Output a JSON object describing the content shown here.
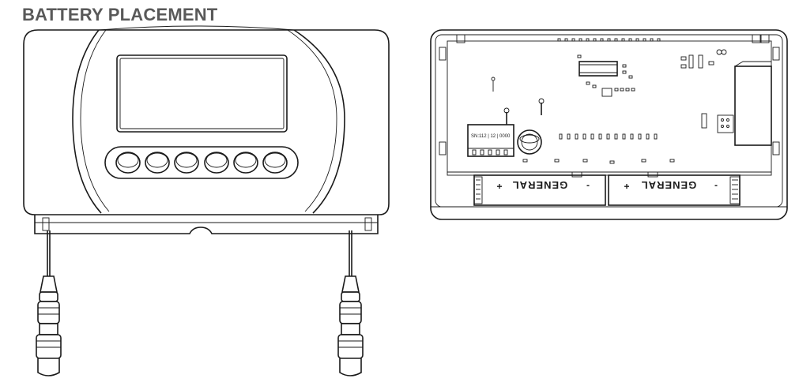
{
  "header": {
    "title": "BATTERY PLACEMENT"
  },
  "batteries": {
    "left": {
      "plus": "+",
      "label": "GENERAL",
      "minus": "-"
    },
    "right": {
      "plus": "+",
      "label": "GENERAL",
      "minus": "-"
    }
  },
  "pcb": {
    "terminal_text": "SN:112 | 12 | 0000"
  },
  "icons": {
    "front_device": "controller-front-icon",
    "back_device": "controller-open-back-icon",
    "cable_left": "cable-connector-icon",
    "cable_right": "cable-connector-icon"
  },
  "colors": {
    "title": "#595959",
    "line": "#1a1a1a",
    "background": "#ffffff"
  }
}
